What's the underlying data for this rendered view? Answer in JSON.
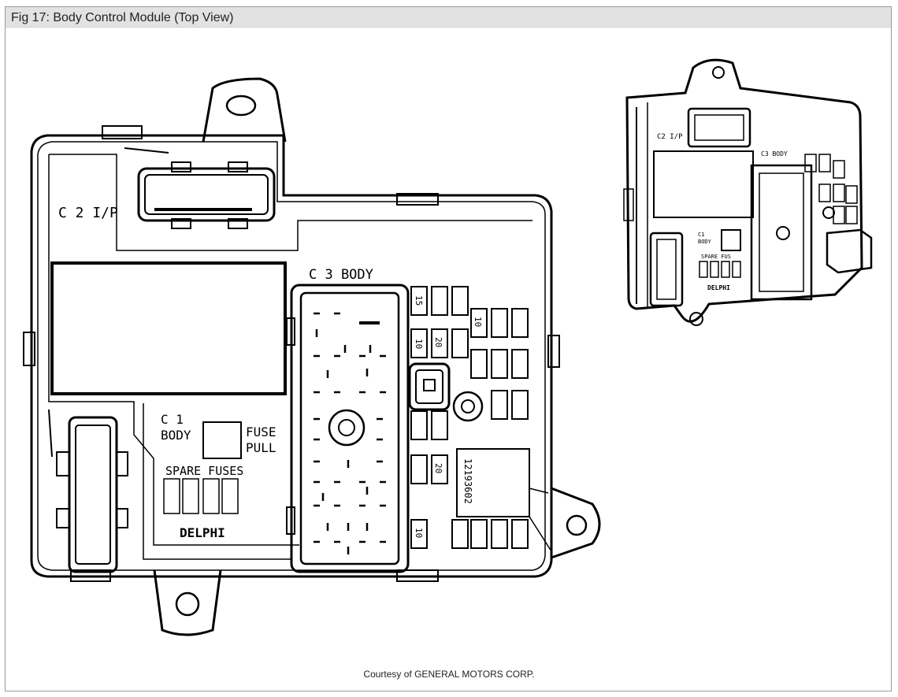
{
  "figure": {
    "title": "Fig 17: Body Control Module (Top View)",
    "credit": "Courtesy of GENERAL MOTORS CORP."
  },
  "main_view": {
    "labels": {
      "c2": "C 2  I/P",
      "c3": "C 3  BODY",
      "c1_line1": "C 1",
      "c1_line2": "BODY",
      "fuse_pull_line1": "FUSE",
      "fuse_pull_line2": "PULL",
      "spare_fuses": "SPARE FUSES",
      "brand": "DELPHI",
      "part_number": "12193602"
    },
    "fuse_values": {
      "f15": "15",
      "f10a": "10",
      "f20a": "20",
      "f20b": "20",
      "f10b": "10",
      "f10c": "10"
    }
  },
  "iso_view": {
    "labels": {
      "c2": "C2  I/P",
      "c3": "C3 BODY",
      "c1_line1": "C1",
      "c1_line2": "BODY",
      "spare": "SPARE FUS",
      "brand": "DELPHI"
    }
  }
}
